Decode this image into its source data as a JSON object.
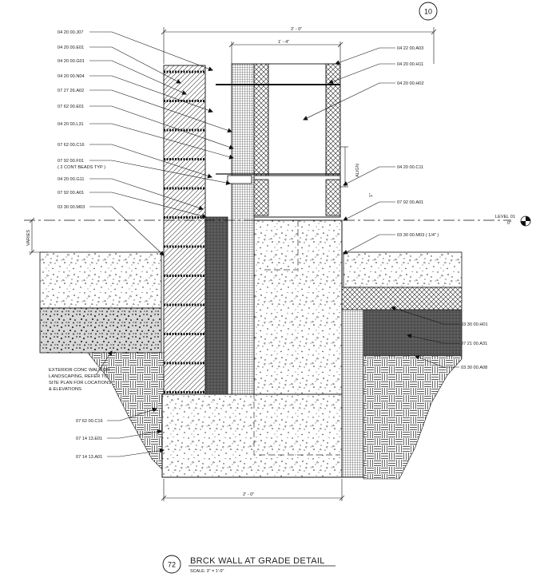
{
  "sheet_marker": "10",
  "dimensions": {
    "overall_top": "2' - 0\"",
    "inner_top": "1' - 4\"",
    "overall_bottom": "2' - 0\"",
    "varies": "VARIES",
    "align": "ALIGN",
    "small_dim": "1\"",
    "level_name": "LEVEL 01",
    "level_value": "0\""
  },
  "left_tags": [
    "04 20 00.J07",
    "04 20 00.E01",
    "04 20 00.G01",
    "04 20 00.N04",
    "07 27 26.A02",
    "07 62 00.E01",
    "04 20 00.L31",
    "07 62 00.C16",
    "07 92 00.F01",
    "( 2 CONT BEADS TYP )",
    "04 20 00.G11",
    "07 92 00.A01",
    "03 30 00.M03"
  ],
  "right_tags": [
    "04 22 00.A03",
    "04 20 00.H11",
    "04 20 00.H02",
    "04 20 00.C11",
    "07 92 00.A01",
    "03 30 00.M03 ( 1/4\" )",
    "03 30 00.H01",
    "07 21 00.A31",
    "03 30 00.A08"
  ],
  "bottom_left_tags": [
    "07 62 00.C16",
    "07 14 13.E01",
    "07 14 13.A01"
  ],
  "notes": {
    "walk_line1": "EXTERIOR CONC WALK OR",
    "walk_line2": "LANDSCAPING, REFER TO",
    "walk_line3": "SITE PLAN FOR LOCATIONS",
    "walk_line4": "& ELEVATIONS"
  },
  "title_block": {
    "number": "72",
    "title": "BRCK WALL AT GRADE DETAIL",
    "scale": "SCALE:   3\" = 1'-0\""
  }
}
